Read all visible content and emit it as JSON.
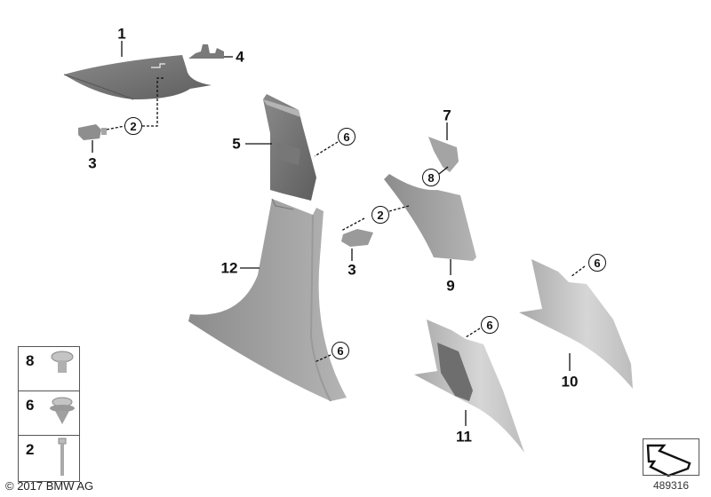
{
  "diagram": {
    "type": "exploded parts diagram",
    "subject": "B-pillar / A-pillar interior trim panels",
    "callouts": [
      {
        "id": "c1",
        "label": "1",
        "style": "plain"
      },
      {
        "id": "c4",
        "label": "4",
        "style": "plain"
      },
      {
        "id": "c2a",
        "label": "2",
        "style": "circled"
      },
      {
        "id": "c3a",
        "label": "3",
        "style": "plain"
      },
      {
        "id": "c5",
        "label": "5",
        "style": "plain"
      },
      {
        "id": "c6a",
        "label": "6",
        "style": "circled"
      },
      {
        "id": "c7",
        "label": "7",
        "style": "plain"
      },
      {
        "id": "c8",
        "label": "8",
        "style": "circled"
      },
      {
        "id": "c2b",
        "label": "2",
        "style": "circled"
      },
      {
        "id": "c3b",
        "label": "3",
        "style": "plain"
      },
      {
        "id": "c9",
        "label": "9",
        "style": "plain"
      },
      {
        "id": "c12",
        "label": "12",
        "style": "plain"
      },
      {
        "id": "c6b",
        "label": "6",
        "style": "circled"
      },
      {
        "id": "c6c",
        "label": "6",
        "style": "circled"
      },
      {
        "id": "c10",
        "label": "10",
        "style": "plain"
      },
      {
        "id": "c6d",
        "label": "6",
        "style": "circled"
      },
      {
        "id": "c11",
        "label": "11",
        "style": "plain"
      }
    ]
  },
  "legend": {
    "items": [
      {
        "label": "8",
        "icon": "screw-icon"
      },
      {
        "label": "6",
        "icon": "expanding-rivet-icon"
      },
      {
        "label": "2",
        "icon": "long-screw-icon"
      }
    ]
  },
  "footer": {
    "copyright": "© 2017 BMW AG",
    "figure_number": "489316",
    "orientation_icon": "vehicle-direction-arrow-icon"
  },
  "colors": {
    "part_dark": "#6e6e6e",
    "part_mid": "#9a9a9a",
    "part_light": "#c8c8c8",
    "line": "#111111",
    "background": "#ffffff"
  }
}
